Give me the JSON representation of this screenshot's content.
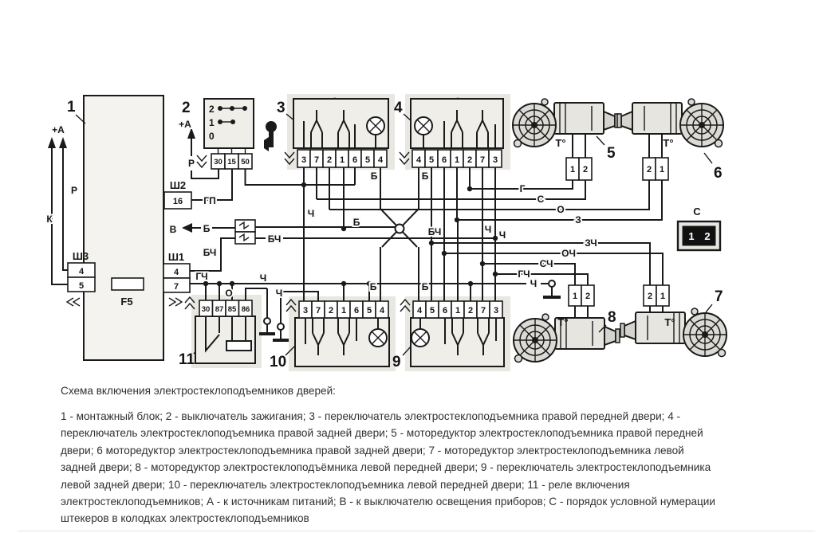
{
  "caption": {
    "title": "Схема включения электростеклоподъемников дверей:",
    "lines": [
      "1 - монтажный блок; 2 - выключатель зажигания; 3 - переключатель электростеклоподъемника правой передней двери; 4 -",
      "переключатель электростеклоподъемника правой задней двери; 5 - моторедуктор электростеклоподъемника правой передней",
      "двери; 6 моторедуктор электростеклоподъемника правой задней двери; 7 - моторедуктор электростеклоподъемника левой",
      "задней двери; 8 - моторедуктор электростеклоподъёмника левой передней двери; 9 - переключатель электростеклоподъемника",
      "левой задней двери; 10 - переключатель электростеклоподъемника левой передней двери; 11 - реле включения",
      "электростеклоподъемников; А - к источникам питаний; В - к выключателю освещения приборов; С - порядок условной нумерации",
      "штекеров в колодках электростеклоподъемников"
    ]
  },
  "labels": {
    "num1": "1",
    "num2": "2",
    "num3": "3",
    "num4": "4",
    "num5": "5",
    "num6": "6",
    "num7": "7",
    "num8": "8",
    "num9": "9",
    "num10": "10",
    "num11": "11",
    "sh1": "Ш1",
    "sh2": "Ш2",
    "sh3": "Ш3",
    "f5": "F5",
    "plus_a": "+А",
    "r": "Р",
    "k": "К",
    "gp": "ГП",
    "v": "В",
    "b": "Б",
    "bch": "БЧ",
    "ch": "Ч",
    "g": "Г",
    "s": "С",
    "o": "О",
    "z": "З",
    "zch": "ЗЧ",
    "och": "ОЧ",
    "sch": "СЧ",
    "gch": "ГЧ",
    "t": "Т°",
    "c": "С"
  },
  "pins": {
    "ignition": [
      "30",
      "15",
      "50"
    ],
    "ignition_positions": [
      "2",
      "1",
      "0"
    ],
    "sw3": [
      "3",
      "7",
      "2",
      "1",
      "6",
      "5",
      "4"
    ],
    "sw4": [
      "4",
      "5",
      "6",
      "1",
      "2",
      "7",
      "3"
    ],
    "sw9": [
      "4",
      "5",
      "6",
      "1",
      "2",
      "7",
      "3"
    ],
    "sw10": [
      "3",
      "7",
      "2",
      "1",
      "6",
      "5",
      "4"
    ],
    "relay": [
      "30",
      "87",
      "85",
      "86"
    ],
    "sh3": [
      "4",
      "5"
    ],
    "sh2": [
      "16"
    ],
    "sh1": [
      "4",
      "7"
    ],
    "m5": [
      "1",
      "2"
    ],
    "m6": [
      "2",
      "1"
    ],
    "m7": [
      "2",
      "1"
    ],
    "m8": [
      "1",
      "2"
    ],
    "cbox": [
      "1",
      "2"
    ]
  },
  "colors": {
    "line": "#1a1a1a",
    "paper": "#ffffff",
    "component_fill": "#efeee9",
    "legend_box_fill": "#111111"
  }
}
